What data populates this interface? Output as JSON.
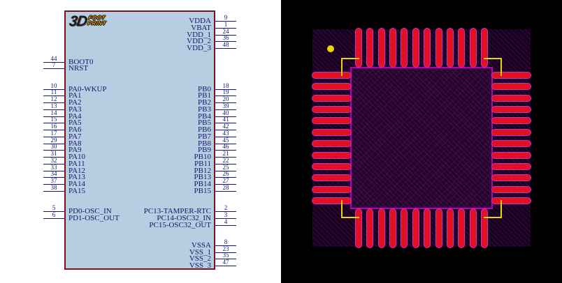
{
  "schematic": {
    "logo": {
      "part1": "3D",
      "part2": "FOOT",
      "part3": "PRINT"
    },
    "left_pin_groups": [
      {
        "pins": [
          {
            "name": "BOOT0",
            "number": "44"
          },
          {
            "name": "NRST",
            "number": "7"
          }
        ]
      },
      {
        "pins": [
          {
            "name": "PA0-WKUP",
            "number": "10"
          },
          {
            "name": "PA1",
            "number": "11"
          },
          {
            "name": "PA2",
            "number": "12"
          },
          {
            "name": "PA3",
            "number": "13"
          },
          {
            "name": "PA4",
            "number": "14"
          },
          {
            "name": "PA5",
            "number": "15"
          },
          {
            "name": "PA6",
            "number": "16"
          },
          {
            "name": "PA7",
            "number": "17"
          },
          {
            "name": "PA8",
            "number": "29"
          },
          {
            "name": "PA9",
            "number": "30"
          },
          {
            "name": "PA10",
            "number": "31"
          },
          {
            "name": "PA11",
            "number": "32"
          },
          {
            "name": "PA12",
            "number": "33"
          },
          {
            "name": "PA13",
            "number": "34"
          },
          {
            "name": "PA14",
            "number": "37"
          },
          {
            "name": "PA15",
            "number": "38"
          }
        ]
      },
      {
        "pins": [
          {
            "name": "PD0-OSC_IN",
            "number": "5"
          },
          {
            "name": "PD1-OSC_OUT",
            "number": "6"
          }
        ]
      }
    ],
    "right_pin_groups": [
      {
        "pins": [
          {
            "name": "VDDA",
            "number": "9"
          },
          {
            "name": "VBAT",
            "number": "1"
          },
          {
            "name": "VDD_1",
            "number": "24"
          },
          {
            "name": "VDD_2",
            "number": "36"
          },
          {
            "name": "VDD_3",
            "number": "48"
          }
        ]
      },
      {
        "pins": [
          {
            "name": "PB0",
            "number": "18"
          },
          {
            "name": "PB1",
            "number": "19"
          },
          {
            "name": "PB2",
            "number": "20"
          },
          {
            "name": "PB3",
            "number": "39"
          },
          {
            "name": "PB4",
            "number": "40"
          },
          {
            "name": "PB5",
            "number": "41"
          },
          {
            "name": "PB6",
            "number": "42"
          },
          {
            "name": "PB7",
            "number": "43"
          },
          {
            "name": "PB8",
            "number": "45"
          },
          {
            "name": "PB9",
            "number": "46"
          },
          {
            "name": "PB10",
            "number": "21"
          },
          {
            "name": "PB11",
            "number": "22"
          },
          {
            "name": "PB12",
            "number": "25"
          },
          {
            "name": "PB13",
            "number": "26"
          },
          {
            "name": "PB14",
            "number": "27"
          },
          {
            "name": "PB15",
            "number": "28"
          }
        ]
      },
      {
        "pins": [
          {
            "name": "PC13-TAMPER-RTC",
            "number": "2"
          },
          {
            "name": "PC14-OSC32_IN",
            "number": "3"
          },
          {
            "name": "PC15-OSC32_OUT",
            "number": "4"
          }
        ]
      },
      {
        "pins": [
          {
            "name": "VSSA",
            "number": "8"
          },
          {
            "name": "VSS_1",
            "number": "23"
          },
          {
            "name": "VSS_2",
            "number": "35"
          },
          {
            "name": "VSS_3",
            "number": "47"
          }
        ]
      }
    ],
    "colors": {
      "body_fill": "#b6cde2",
      "body_border": "#7e1113",
      "text": "#16166e"
    }
  },
  "footprint": {
    "pads_per_side": 12,
    "colors": {
      "background": "#000000",
      "pad_fill": "#e11022",
      "pad_border": "#cc2ccc",
      "body_outline": "#b400b4",
      "silkscreen": "#ead600"
    }
  }
}
